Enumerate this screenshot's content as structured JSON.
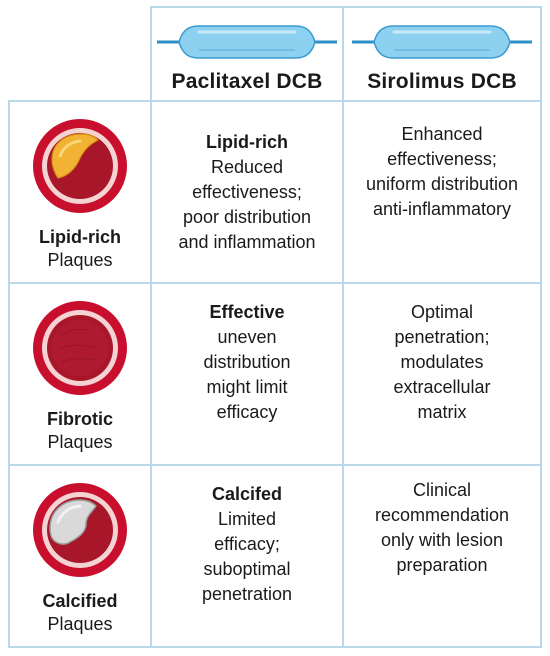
{
  "columns": [
    {
      "title": "Paclitaxel DCB"
    },
    {
      "title": "Sirolimus DCB"
    }
  ],
  "rows": [
    {
      "title": "Lipid-rich",
      "subtitle": "Plaques",
      "icon": "lipid-plaque-icon",
      "paclitaxel": {
        "title": "Lipid-rich",
        "lines": [
          "Reduced",
          "effectiveness;",
          "poor distribution",
          "and inflammation"
        ]
      },
      "sirolimus": {
        "title": "",
        "lines": [
          "Enhanced",
          "effectiveness;",
          "uniform distribution",
          "anti-inflammatory"
        ]
      }
    },
    {
      "title": "Fibrotic",
      "subtitle": "Plaques",
      "icon": "fibrotic-plaque-icon",
      "paclitaxel": {
        "title": "Effective",
        "lines": [
          "uneven",
          "distribution",
          "might limit",
          "efficacy"
        ]
      },
      "sirolimus": {
        "title": "",
        "lines": [
          "Optimal",
          "penetration;",
          "modulates",
          "extracellular",
          "matrix"
        ]
      }
    },
    {
      "title": "Calcified",
      "subtitle": "Plaques",
      "icon": "calcified-plaque-icon",
      "paclitaxel": {
        "title": "Calcifed",
        "lines": [
          "Limited",
          "efficacy;",
          "suboptimal",
          "penetration"
        ]
      },
      "sirolimus": {
        "title": "",
        "lines": [
          "Clinical",
          "recommendation",
          "only with lesion",
          "preparation"
        ]
      }
    }
  ],
  "colors": {
    "border": "#b9d8ea",
    "vessel_outer": "#c8102e",
    "vessel_ring": "#f4c9c9",
    "lumen": "#a8162a",
    "lipid": "#f2b233",
    "calcium": "#d7d7d7",
    "balloon": "#79c4e8"
  }
}
